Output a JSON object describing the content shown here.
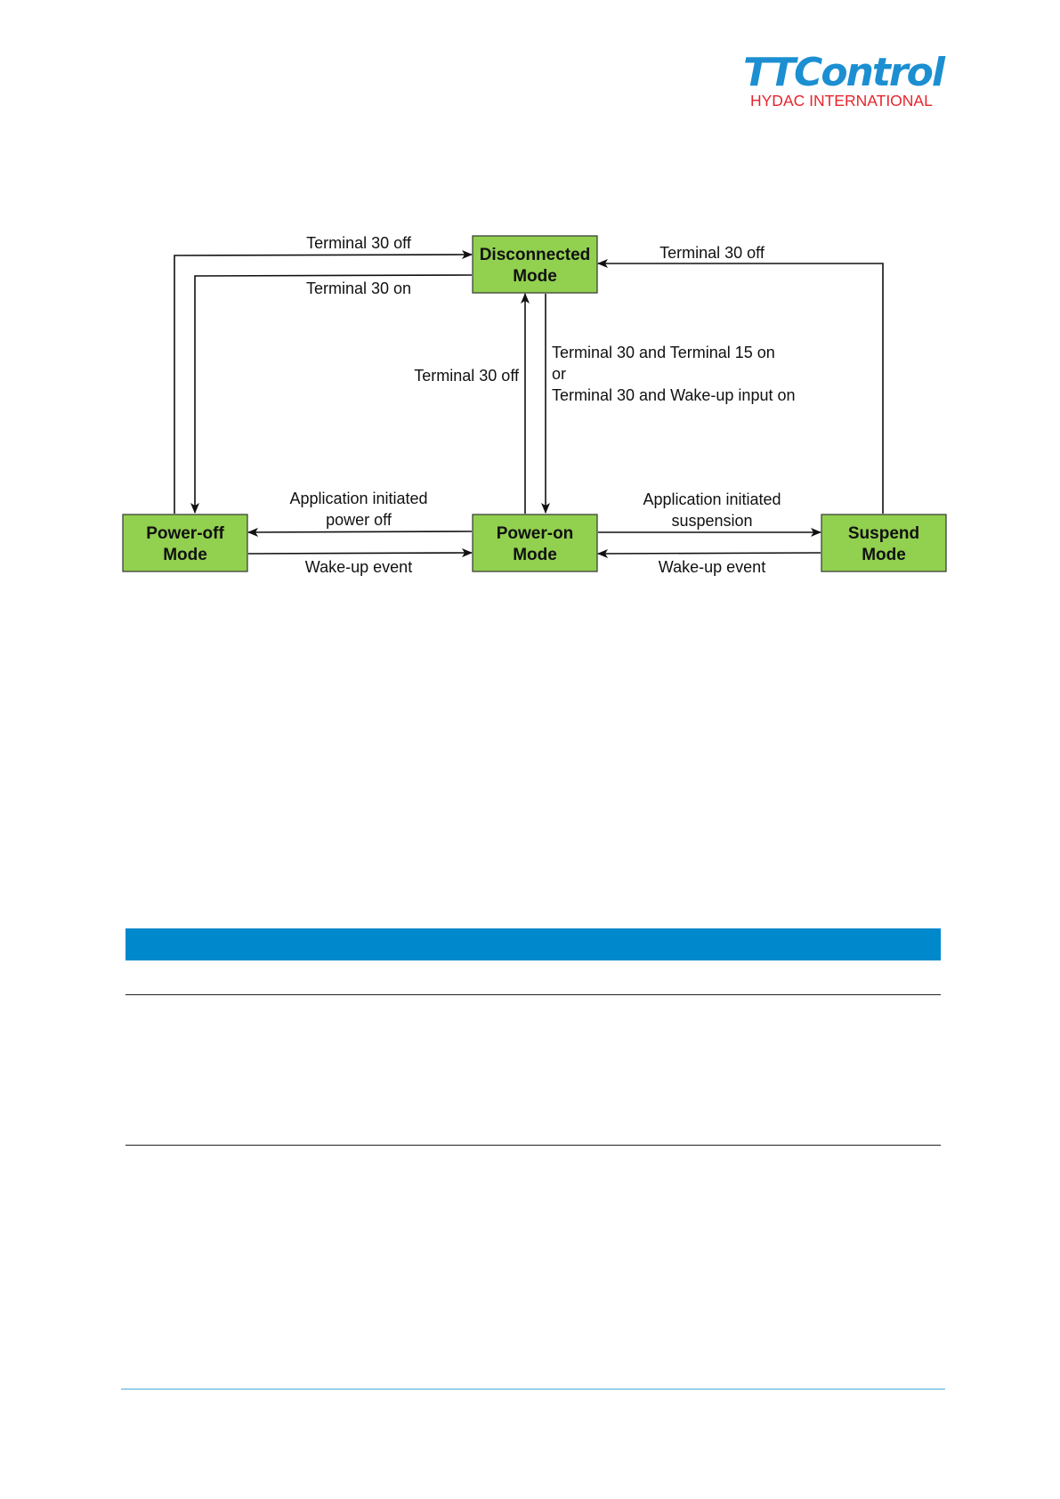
{
  "logo": {
    "brand": "TTControl",
    "subtitle": "HYDAC INTERNATIONAL"
  },
  "diagram": {
    "nodes": [
      {
        "id": "disconnected",
        "line1": "Disconnected",
        "line2": "Mode"
      },
      {
        "id": "poweroff",
        "line1": "Power-off",
        "line2": "Mode"
      },
      {
        "id": "poweron",
        "line1": "Power-on",
        "line2": "Mode"
      },
      {
        "id": "suspend",
        "line1": "Suspend",
        "line2": "Mode"
      }
    ],
    "edges": {
      "poweroff_to_disconnected": "Terminal 30 off",
      "disconnected_to_poweroff": "Terminal 30 on",
      "suspend_to_disconnected": "Terminal 30 off",
      "poweron_to_disconnected": "Terminal 30 off",
      "disconnected_to_poweron": [
        "Terminal 30 and Terminal 15 on",
        "or",
        "Terminal 30 and Wake-up input on"
      ],
      "poweron_to_poweroff": [
        "Application initiated",
        "power off"
      ],
      "poweroff_to_poweron": "Wake-up event",
      "poweron_to_suspend": [
        "Application initiated",
        "suspension"
      ],
      "suspend_to_poweron": "Wake-up event"
    }
  },
  "colors": {
    "node_fill": "#92d050",
    "bar": "#0088cc",
    "brand_blue": "#1b8fd1",
    "brand_red": "#e8242b"
  }
}
